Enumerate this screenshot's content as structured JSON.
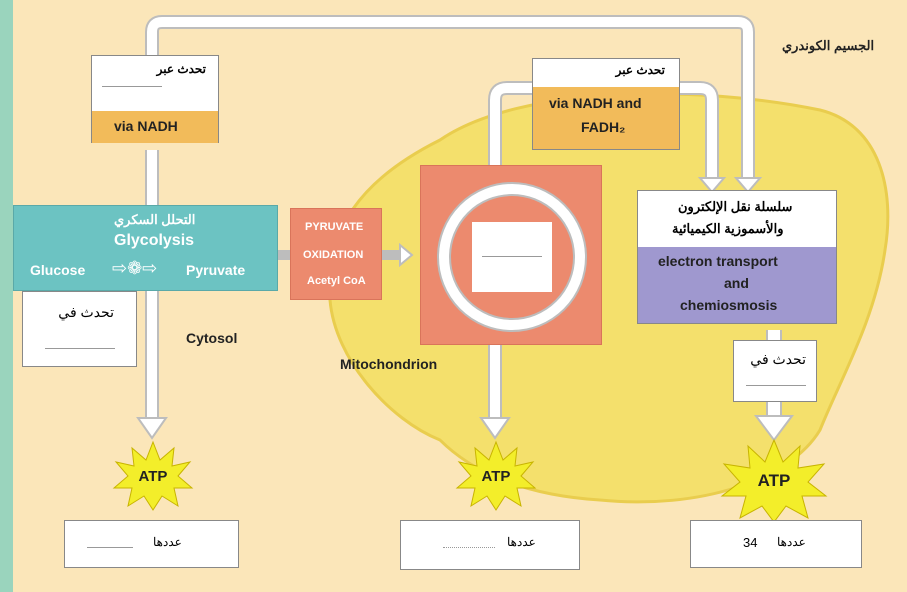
{
  "mito_label_ar": "الجسيم الكوندري",
  "mitochondrion": "Mitochondrion",
  "cytosol": "Cytosol",
  "glycolysis": {
    "title_ar": "التحلل السكري",
    "title_en": "Glycolysis",
    "glucose": "Glucose",
    "pyruvate": "Pyruvate"
  },
  "occurs_in_left": "تحدث في",
  "occurs_in_right": "تحدث في",
  "pyruvate_ox": {
    "line1": "PYRUVATE",
    "line2": "OXIDATION",
    "line3": "Acetyl CoA"
  },
  "nadh_box_left": {
    "top_ar": "تحدث عبر",
    "bottom": "via NADH"
  },
  "nadh_box_mid": {
    "top_ar": "تحدث عبر",
    "line1": "via NADH and",
    "line2": "FADH₂"
  },
  "etc": {
    "title_ar_1": "سلسلة نقل الإلكترون",
    "title_ar_2": "والأسموزية الكيميائية",
    "line1": "electron transport",
    "line2": "and",
    "line3": "chemiosmosis"
  },
  "atp": [
    "ATP",
    "ATP",
    "ATP"
  ],
  "answer_boxes": {
    "left": "عددها",
    "mid": "عددها",
    "right_num": "34",
    "right_ar": "عددها"
  },
  "colors": {
    "background": "#fbe6b9",
    "border": "#9ad4bd",
    "mitochondrion": "#f4e06c",
    "teal": "#6cc3c2",
    "orange": "#f2bb5a",
    "salmon": "#ec8a6e",
    "purple": "#9f98cf",
    "atp_star": "#f3ee2a"
  }
}
